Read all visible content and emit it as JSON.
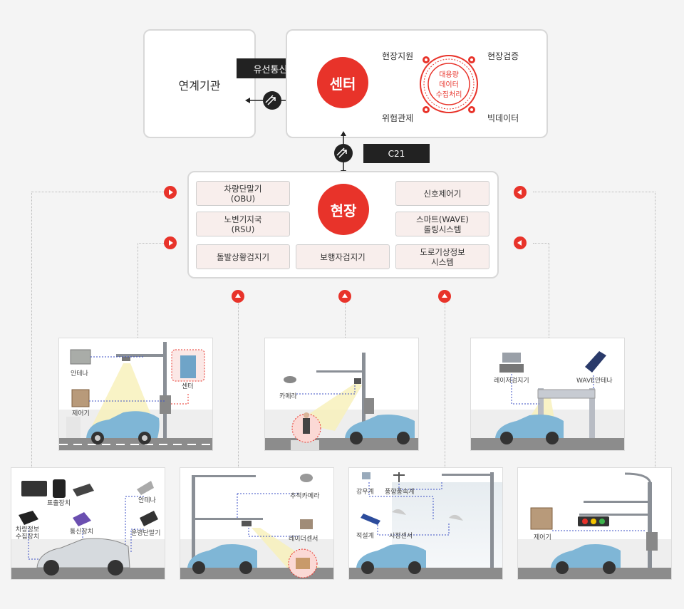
{
  "linked_org": "연계기관",
  "wired_comm": "유선통신",
  "center": "센터",
  "ring": {
    "center_text": "대용량\n데이터\n수집처리",
    "tl": "현장지원",
    "tr": "현장검증",
    "bl": "위험관제",
    "br": "빅데이터"
  },
  "c21": "C21",
  "field": "현장",
  "field_cells": {
    "obu": "차량단말기\n(OBU)",
    "rsu": "노변기지국\n(RSU)",
    "incident": "돌발상황검지기",
    "signal": "신호제어기",
    "wave": "스마트(WAVE)\n롤링시스템",
    "pedestrian": "보행자검지기",
    "weather": "도로기상정보\n시스템"
  },
  "scenes": {
    "s1": {
      "antenna": "안테나",
      "controller": "제어기",
      "center": "센터"
    },
    "s2": {
      "camera": "카메라"
    },
    "s3": {
      "laser": "레이저검지기",
      "wave_antenna": "WAVE안테나"
    },
    "s4": {
      "display": "표출장치",
      "collector": "차량정보\n수집장치",
      "comm": "통신장치",
      "antenna": "안테나",
      "terminal": "운영단말기"
    },
    "s5": {
      "tracking_cam": "추적카메라",
      "radar": "레이더센서"
    },
    "s6": {
      "rain": "강우계",
      "wind": "풍향풍속계",
      "snow": "적설계",
      "visibility": "시정센서"
    },
    "s7": {
      "controller": "제어기"
    }
  },
  "colors": {
    "accent": "#e8332a",
    "tag": "#222222",
    "cell_bg": "#f8eeec",
    "car": "#7fb6d6"
  },
  "icons": [
    "bidirectional-arrow-icon",
    "play-arrow-icon"
  ]
}
